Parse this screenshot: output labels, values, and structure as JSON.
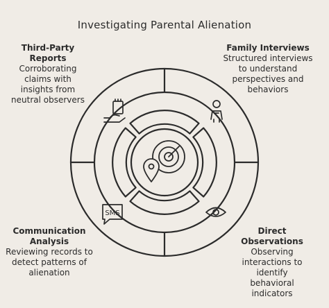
{
  "title": "Investigating Parental Alienation",
  "sections": {
    "third_party": {
      "heading": "Third-Party Reports",
      "body": "Corroborating claims with insights from neutral observers",
      "icon": "clipboard-hand-icon"
    },
    "family": {
      "heading": "Family Interviews",
      "body": "Structured interviews to understand perspectives and behaviors",
      "icon": "person-icon"
    },
    "communication": {
      "heading": "Communication Analysis",
      "body": "Reviewing records to detect patterns of alienation",
      "icon": "sms-icon",
      "icon_text": "SMS"
    },
    "observations": {
      "heading": "Direct Observations",
      "body": "Observing interactions to identify behavioral indicators",
      "icon": "eye-icon"
    }
  },
  "center_icon": "radar-location-icon",
  "colors": {
    "background": "#f0ece6",
    "stroke": "#2b2b2b"
  }
}
